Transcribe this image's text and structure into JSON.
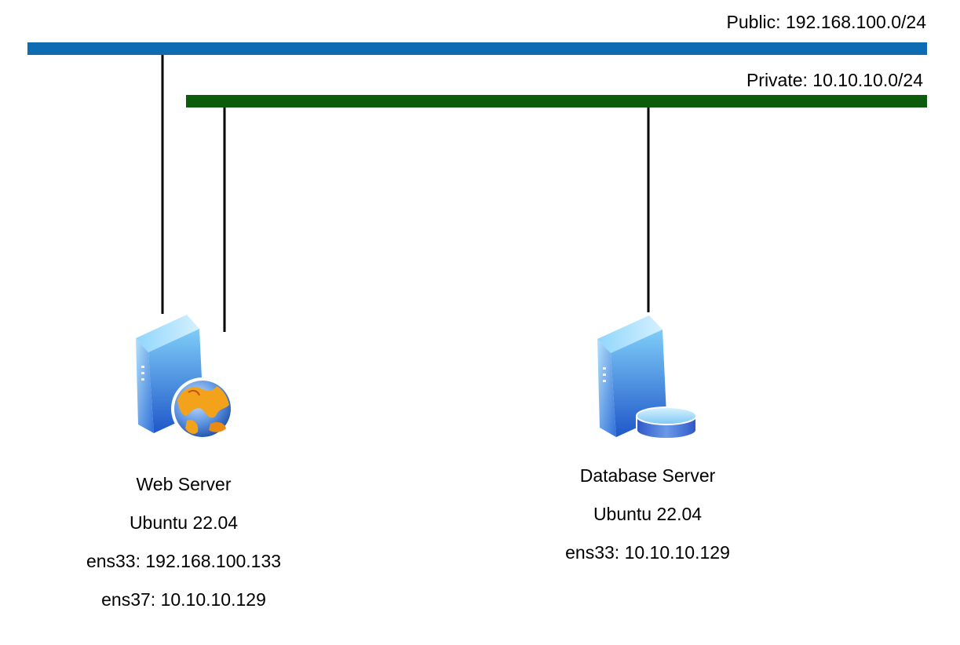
{
  "networks": {
    "public": {
      "label": "Public: 192.168.100.0/24",
      "color": "#0e6cb3"
    },
    "private": {
      "label": "Private: 10.10.10.0/24",
      "color": "#0b5c0b"
    }
  },
  "servers": {
    "web": {
      "name": "Web Server",
      "os": "Ubuntu 22.04",
      "iface1": "ens33: 192.168.100.133",
      "iface2": "ens37: 10.10.10.129",
      "icon": "web-server-icon"
    },
    "db": {
      "name": "Database Server",
      "os": "Ubuntu 22.04",
      "iface1": "ens33: 10.10.10.129",
      "icon": "database-server-icon"
    }
  }
}
